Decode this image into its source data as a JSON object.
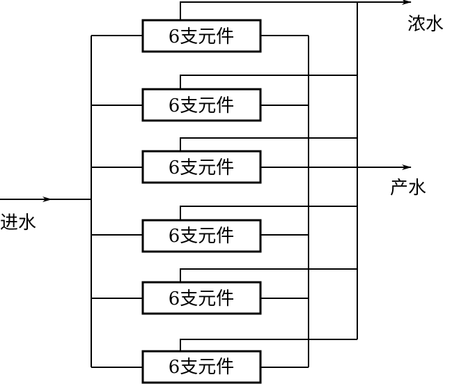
{
  "labels": {
    "feed": "进水",
    "concentrate": "浓水",
    "product": "产水"
  },
  "modules": [
    {
      "label": "6支元件"
    },
    {
      "label": "6支元件"
    },
    {
      "label": "6支元件"
    },
    {
      "label": "6支元件"
    },
    {
      "label": "6支元件"
    },
    {
      "label": "6支元件"
    }
  ],
  "colors": {
    "line": "#000000",
    "background": "#ffffff"
  }
}
